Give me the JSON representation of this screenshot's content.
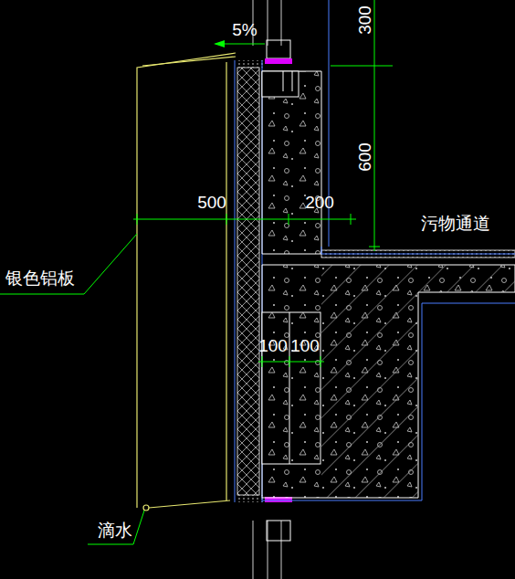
{
  "diagram": {
    "labels": [
      "5%",
      "300",
      "600",
      "500",
      "200",
      "污物通道",
      "银色铝板",
      "100",
      "100",
      "滴水"
    ]
  }
}
